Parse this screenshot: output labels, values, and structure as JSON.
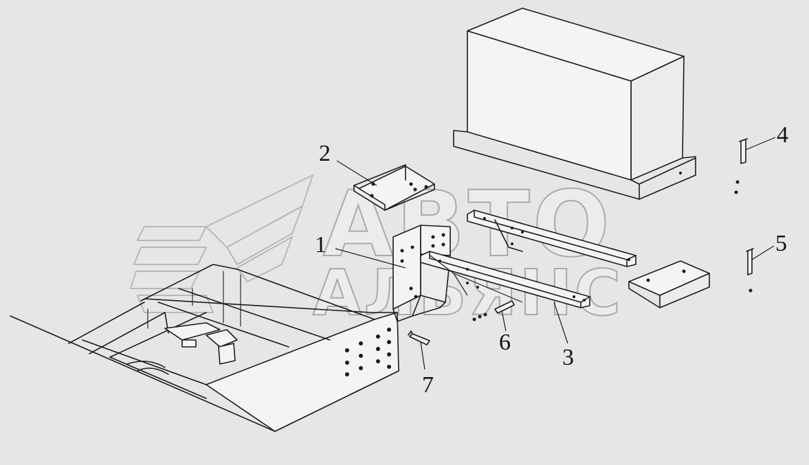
{
  "watermark": {
    "line1": "АВТО",
    "line2": "АЛЬЯНС"
  },
  "callouts": [
    {
      "id": "1",
      "label": "1"
    },
    {
      "id": "2",
      "label": "2"
    },
    {
      "id": "3",
      "label": "3"
    },
    {
      "id": "4",
      "label": "4"
    },
    {
      "id": "5",
      "label": "5"
    },
    {
      "id": "6",
      "label": "6"
    },
    {
      "id": "7",
      "label": "7"
    }
  ],
  "colors": {
    "background": "#e6e6e6",
    "line": "#1a1a1a",
    "watermark": "#b0b0b0"
  }
}
